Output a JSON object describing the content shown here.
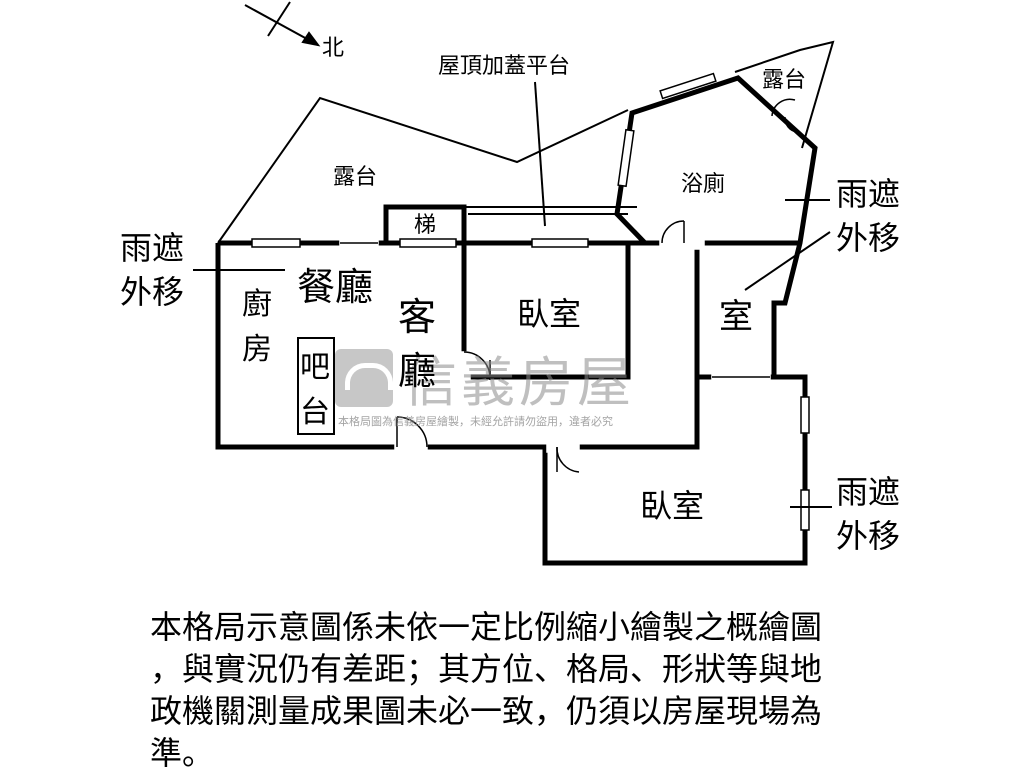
{
  "compass": {
    "label": "北"
  },
  "labels": {
    "rooftop": "屋頂加蓋平台",
    "terrace_left": "露台",
    "terrace_right": "露台",
    "bathroom": "浴廁",
    "stairs": "梯",
    "dining": "餐廳",
    "kitchen_1": "廚",
    "kitchen_2": "房",
    "living_1": "客",
    "living_2": "廳",
    "bar_1": "吧",
    "bar_2": "台",
    "bedroom_upper": "臥室",
    "room_right": "室",
    "bedroom_lower": "臥室",
    "awning_left_1": "雨遮",
    "awning_left_2": "外移",
    "awning_right_top_1": "雨遮",
    "awning_right_top_2": "外移",
    "awning_right_bottom_1": "雨遮",
    "awning_right_bottom_2": "外移"
  },
  "watermark": {
    "brand": "信義房屋",
    "notice": "本格局圖為信義房屋繪製，未經允許請勿盜用，違者必究"
  },
  "disclaimer": {
    "line1": "本格局示意圖係未依一定比例縮小繪製之概繪圖",
    "line2": "，與實況仍有差距；其方位、格局、形狀等與地",
    "line3": "政機關測量成果圖未必一致，仍須以房屋現場為",
    "line4": "準。"
  }
}
